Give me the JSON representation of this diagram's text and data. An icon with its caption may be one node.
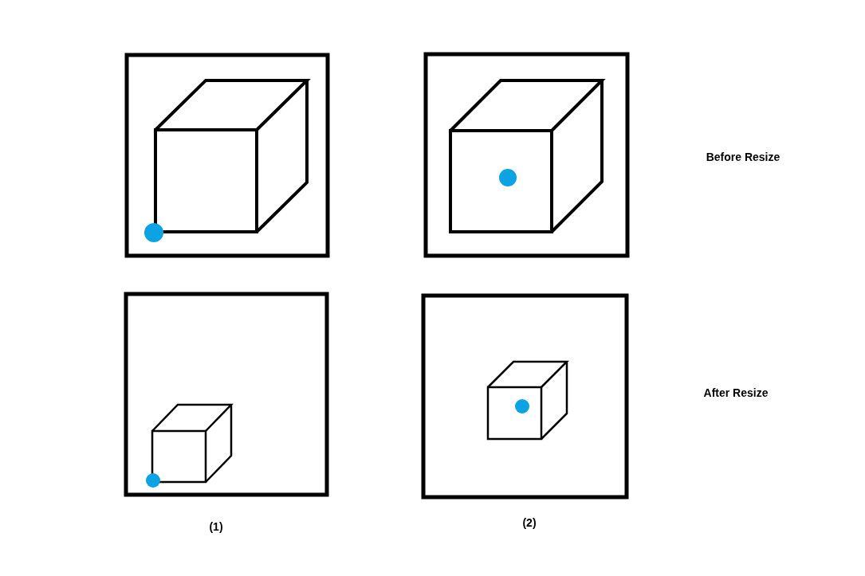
{
  "diagram": {
    "labels": [
      "Before Resize",
      "After Resize",
      "(1)",
      "(2)"
    ]
  }
}
